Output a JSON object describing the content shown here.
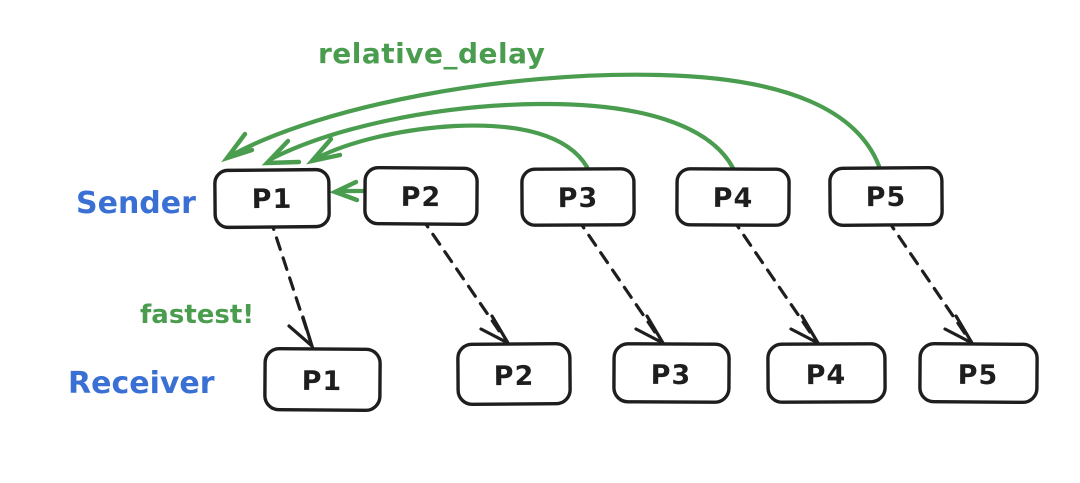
{
  "colors": {
    "paper": "#ffffff",
    "ink": "#1e1e1e",
    "green": "#4a9d4f",
    "blue": "#3a70d4"
  },
  "labels": {
    "sender": "Sender",
    "receiver": "Receiver",
    "relative_delay": "relative_delay",
    "fastest": "fastest!"
  },
  "sender_row": {
    "packets": [
      {
        "label": "P1"
      },
      {
        "label": "P2"
      },
      {
        "label": "P3"
      },
      {
        "label": "P4"
      },
      {
        "label": "P5"
      }
    ]
  },
  "receiver_row": {
    "packets": [
      {
        "label": "P1"
      },
      {
        "label": "P2"
      },
      {
        "label": "P3"
      },
      {
        "label": "P4"
      },
      {
        "label": "P5"
      }
    ]
  },
  "arrows": {
    "relative_delay": {
      "label": "relative_delay",
      "style": "solid-green-curved",
      "pairs": [
        {
          "from": "P2",
          "to": "P1"
        },
        {
          "from": "P3",
          "to": "P1"
        },
        {
          "from": "P4",
          "to": "P1"
        },
        {
          "from": "P5",
          "to": "P1"
        }
      ]
    },
    "delivery": {
      "style": "dashed-black",
      "annotation": "fastest!",
      "annotated_pair": "P1",
      "pairs": [
        {
          "from": "P1",
          "to": "P1"
        },
        {
          "from": "P2",
          "to": "P2"
        },
        {
          "from": "P3",
          "to": "P3"
        },
        {
          "from": "P4",
          "to": "P4"
        },
        {
          "from": "P5",
          "to": "P5"
        }
      ]
    }
  }
}
